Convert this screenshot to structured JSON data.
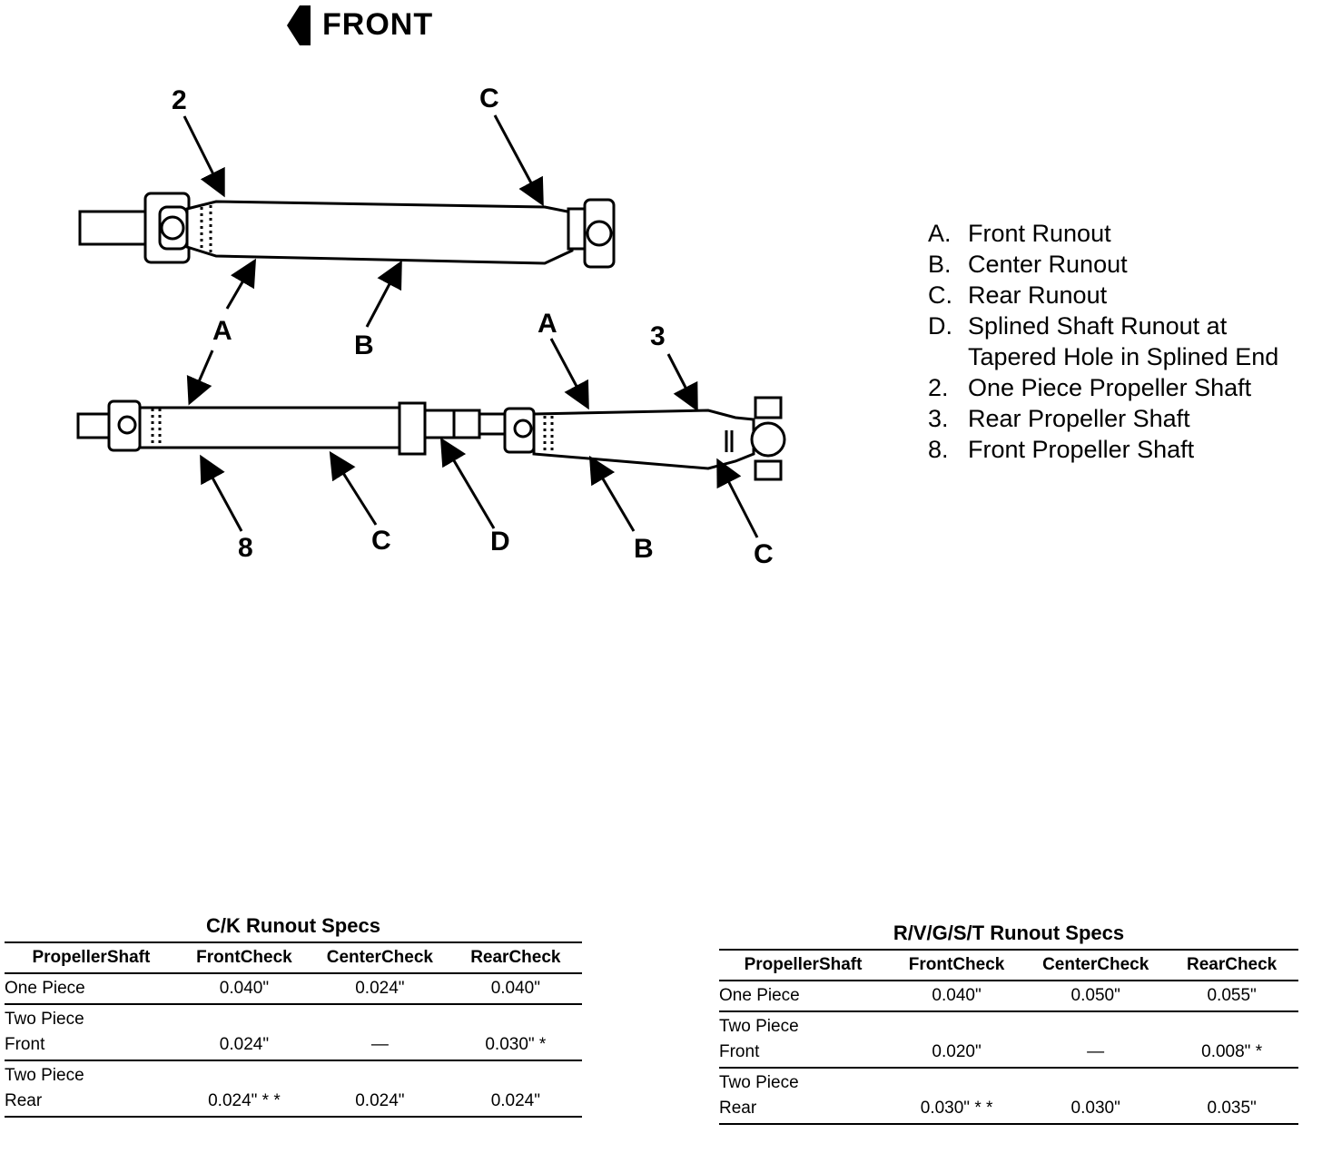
{
  "header": {
    "front_label": "FRONT"
  },
  "callouts": {
    "c_2": "2",
    "c_C_top": "C",
    "c_A_left": "A",
    "c_B_mid": "B",
    "c_A_right": "A",
    "c_3": "3",
    "c_8": "8",
    "c_C_lower": "C",
    "c_D": "D",
    "c_B_lower": "B",
    "c_C_right": "C"
  },
  "legend": [
    {
      "key": "A.",
      "text": "Front Runout"
    },
    {
      "key": "B.",
      "text": "Center Runout"
    },
    {
      "key": "C.",
      "text": "Rear Runout"
    },
    {
      "key": "D.",
      "text": "Splined Shaft Runout at",
      "cont": "Tapered Hole in Splined End"
    },
    {
      "key": "2.",
      "text": "One Piece Propeller Shaft"
    },
    {
      "key": "3.",
      "text": "Rear Propeller Shaft"
    },
    {
      "key": "8.",
      "text": "Front Propeller Shaft"
    }
  ],
  "ck_table": {
    "title": "C/K Runout Specs",
    "headers": [
      [
        "Propeller",
        "Shaft"
      ],
      [
        "Front",
        "Check"
      ],
      [
        "Center",
        "Check"
      ],
      [
        "Rear",
        "Check"
      ]
    ],
    "rows": [
      {
        "shaft": [
          "One Piece",
          ""
        ],
        "front": "0.040\"",
        "center": "0.024\"",
        "rear": "0.040\""
      },
      {
        "shaft": [
          "Two Piece",
          "Front"
        ],
        "front": "0.024\"",
        "center": "—",
        "rear": "0.030\" *"
      },
      {
        "shaft": [
          "Two Piece",
          "Rear"
        ],
        "front": "0.024\" * *",
        "center": "0.024\"",
        "rear": "0.024\""
      }
    ]
  },
  "rv_table": {
    "title": "R/V/G/S/T Runout Specs",
    "headers": [
      [
        "Propeller",
        "Shaft"
      ],
      [
        "Front",
        "Check"
      ],
      [
        "Center",
        "Check"
      ],
      [
        "Rear",
        "Check"
      ]
    ],
    "rows": [
      {
        "shaft": [
          "One Piece",
          ""
        ],
        "front": "0.040\"",
        "center": "0.050\"",
        "rear": "0.055\""
      },
      {
        "shaft": [
          "Two Piece",
          "Front"
        ],
        "front": "0.020\"",
        "center": "—",
        "rear": "0.008\" *"
      },
      {
        "shaft": [
          "Two Piece",
          "Rear"
        ],
        "front": "0.030\" * *",
        "center": "0.030\"",
        "rear": "0.035\""
      }
    ]
  }
}
